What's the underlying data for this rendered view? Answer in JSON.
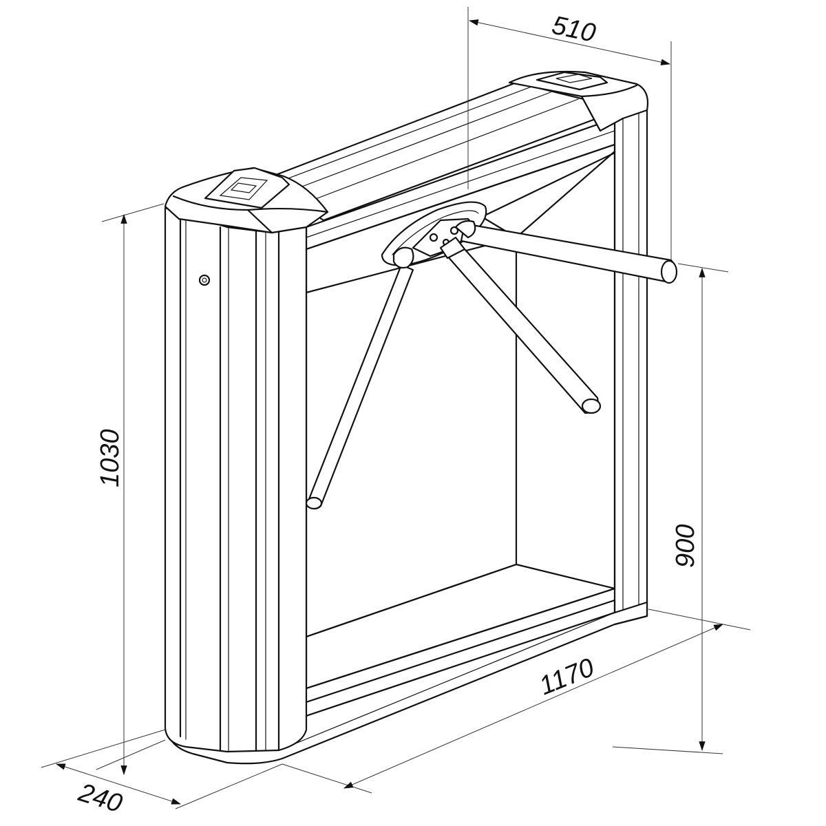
{
  "dimensions": {
    "depth_top": "510",
    "height_total": "1030",
    "height_arm": "900",
    "length": "1170",
    "width": "240"
  }
}
